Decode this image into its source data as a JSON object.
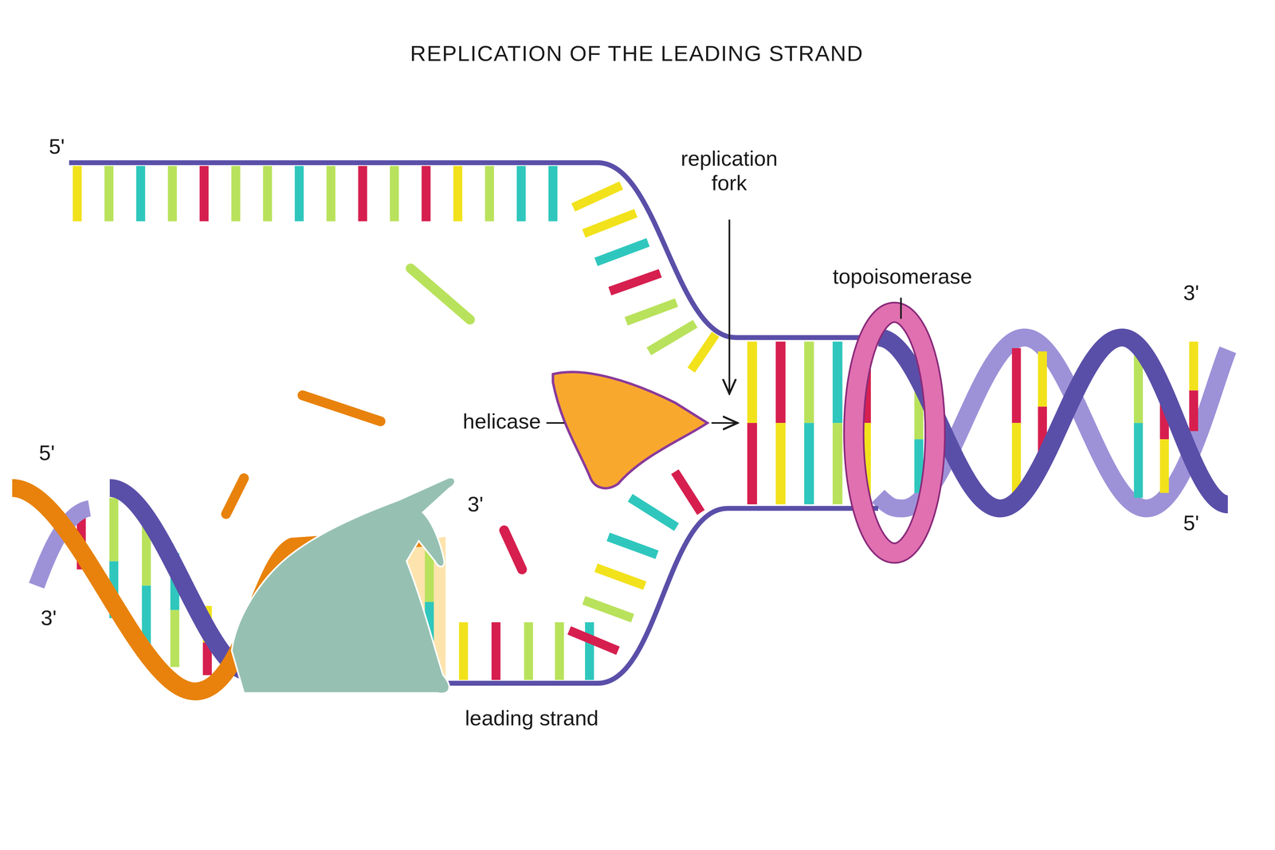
{
  "diagram": {
    "title": "REPLICATION OF THE LEADING STRAND",
    "labels": [
      "5'",
      "replication fork",
      "topoisomerase",
      "3'",
      "helicase",
      "5'",
      "3'",
      "5'",
      "3'",
      "leading strand"
    ]
  }
}
